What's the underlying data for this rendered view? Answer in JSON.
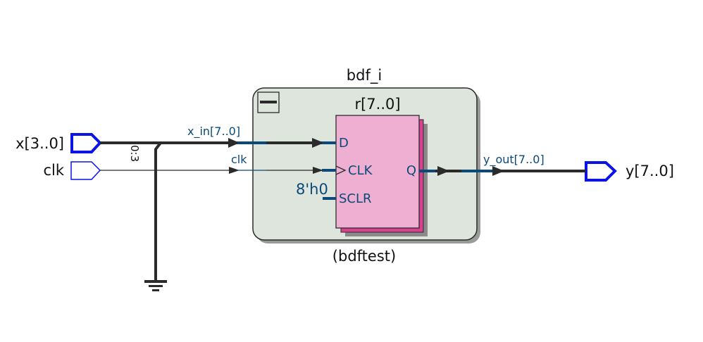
{
  "diagram": {
    "type": "RTL netlist schematic",
    "instance": {
      "name": "bdf_i",
      "entity": "(bdftest)",
      "collapse_button": "minus-icon"
    },
    "register": {
      "name": "r[7..0]",
      "pins": {
        "d": "D",
        "clk": "CLK",
        "sclr": "SCLR",
        "q": "Q"
      },
      "sclr_value": "8'h0"
    },
    "inputs": [
      {
        "name": "x[3..0]",
        "bus": true
      },
      {
        "name": "clk",
        "bus": false
      }
    ],
    "outputs": [
      {
        "name": "y[7..0]",
        "bus": true
      }
    ],
    "nets": {
      "x_in": "x_in[7..0]",
      "clk": "clk",
      "y_out": "y_out[7..0]",
      "bit_slice": "0:3"
    },
    "ground": "ground-icon",
    "colors": {
      "port_outline": "#0a14e6",
      "net_label": "#0b4a78",
      "register_fill": "#efafd2",
      "register_shadow": "#d8418f",
      "instance_fill": "#dde5dc",
      "wire": "#2b2b2b"
    }
  }
}
